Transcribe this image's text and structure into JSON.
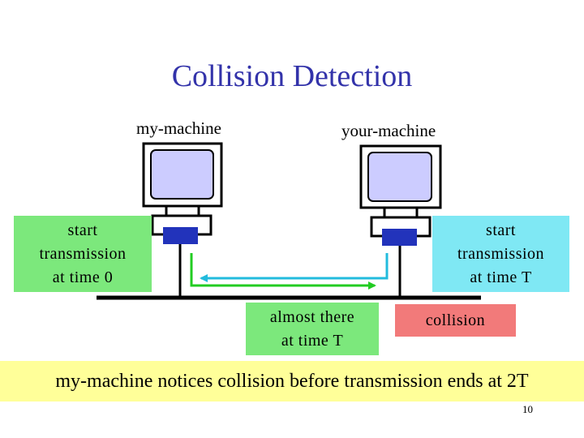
{
  "slide": {
    "title": "Collision Detection",
    "page_number": "10"
  },
  "machines": {
    "left_label": "my-machine",
    "right_label": "your-machine"
  },
  "boxes": {
    "start_time0": {
      "line1": "start",
      "line2": "transmission",
      "line3": "at time 0"
    },
    "start_timeT": {
      "line1": "start",
      "line2": "transmission",
      "line3": "at time T"
    },
    "almost_there": {
      "line1": "almost there",
      "line2": "at time T"
    },
    "collision": "collision"
  },
  "notice": "my-machine notices collision before transmission ends at 2T",
  "colors": {
    "title": "#3333aa",
    "green_box": "#7ce87c",
    "cyan_box": "#7fe8f4",
    "collision_box": "#f27a7a",
    "notice_bar": "#ffff99",
    "screen": "#ccccff",
    "nic": "#2233bb",
    "green_signal": "#22cc22",
    "cyan_signal": "#22bbdd"
  }
}
